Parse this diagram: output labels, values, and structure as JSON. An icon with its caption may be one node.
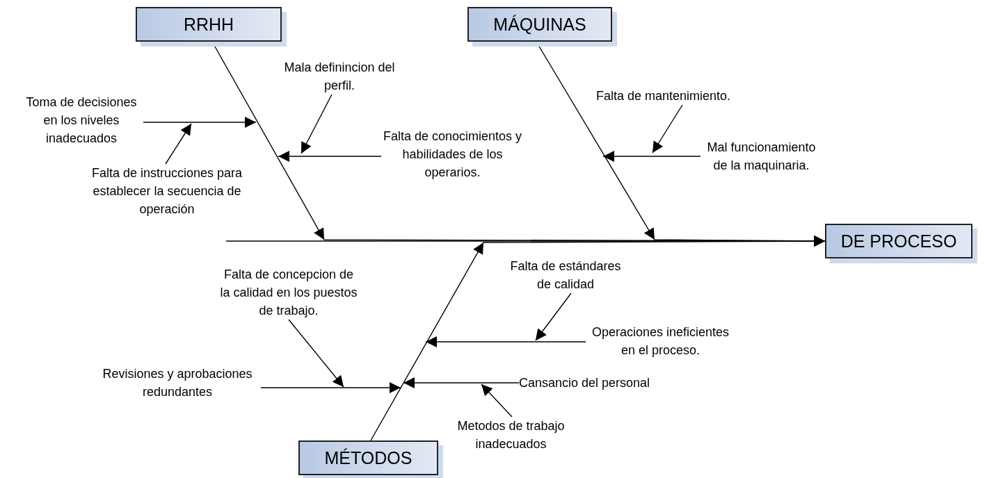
{
  "diagram": {
    "nodes": [
      {
        "text": [
          "RRHH"
        ]
      },
      {
        "text": [
          "MÁQUINAS"
        ]
      },
      {
        "text": [
          "DE PROCESO"
        ]
      },
      {
        "text": [
          "MÉTODOS"
        ]
      },
      {
        "text": [
          "Toma de decisiones en los niveles inadecuados"
        ]
      },
      {
        "text": [
          "Mala definincion del perfil."
        ]
      },
      {
        "text": [
          "Falta de conocimientos y habilidades de los operarios."
        ]
      },
      {
        "text": [
          "Falta de instrucciones para establecer la secuencia de operación"
        ]
      },
      {
        "text": [
          "Falta de mantenimiento."
        ]
      },
      {
        "text": [
          "Mal funcionamiento de la maquinaria."
        ]
      },
      {
        "text": [
          "Falta de estándares de calidad"
        ]
      },
      {
        "text": [
          "Falta de concepcion de la calidad en los puestos de trabajo."
        ]
      },
      {
        "text": [
          "Operaciones ineficientes en el proceso."
        ]
      },
      {
        "text": [
          "Revisiones y aprobaciones redundantes"
        ]
      },
      {
        "text": [
          "Cansancio del personal"
        ]
      },
      {
        "text": [
          "Metodos de trabajo inadecuados"
        ]
      }
    ],
    "edges": [
      {
        "from": null,
        "to": 2,
        "arrow": "to"
      },
      {
        "from": 0,
        "to": 2,
        "arrow": "to"
      },
      {
        "from": 1,
        "to": 2,
        "arrow": "to"
      },
      {
        "from": 3,
        "to": 2,
        "arrow": "to"
      },
      {
        "from": 4,
        "to": null,
        "arrow": "to"
      },
      {
        "from": 7,
        "to": null,
        "arrow": "to"
      },
      {
        "from": 6,
        "to": null,
        "arrow": "to"
      },
      {
        "from": 5,
        "to": null,
        "arrow": "to"
      },
      {
        "from": 9,
        "to": null,
        "arrow": "to"
      },
      {
        "from": 8,
        "to": null,
        "arrow": "to"
      },
      {
        "from": 12,
        "to": null,
        "arrow": "to"
      },
      {
        "from": 10,
        "to": null,
        "arrow": "to"
      },
      {
        "from": 14,
        "to": null,
        "arrow": "to"
      },
      {
        "from": 15,
        "to": null,
        "arrow": "to"
      },
      {
        "from": 13,
        "to": null,
        "arrow": "to"
      },
      {
        "from": 11,
        "to": null,
        "arrow": "to"
      }
    ]
  }
}
